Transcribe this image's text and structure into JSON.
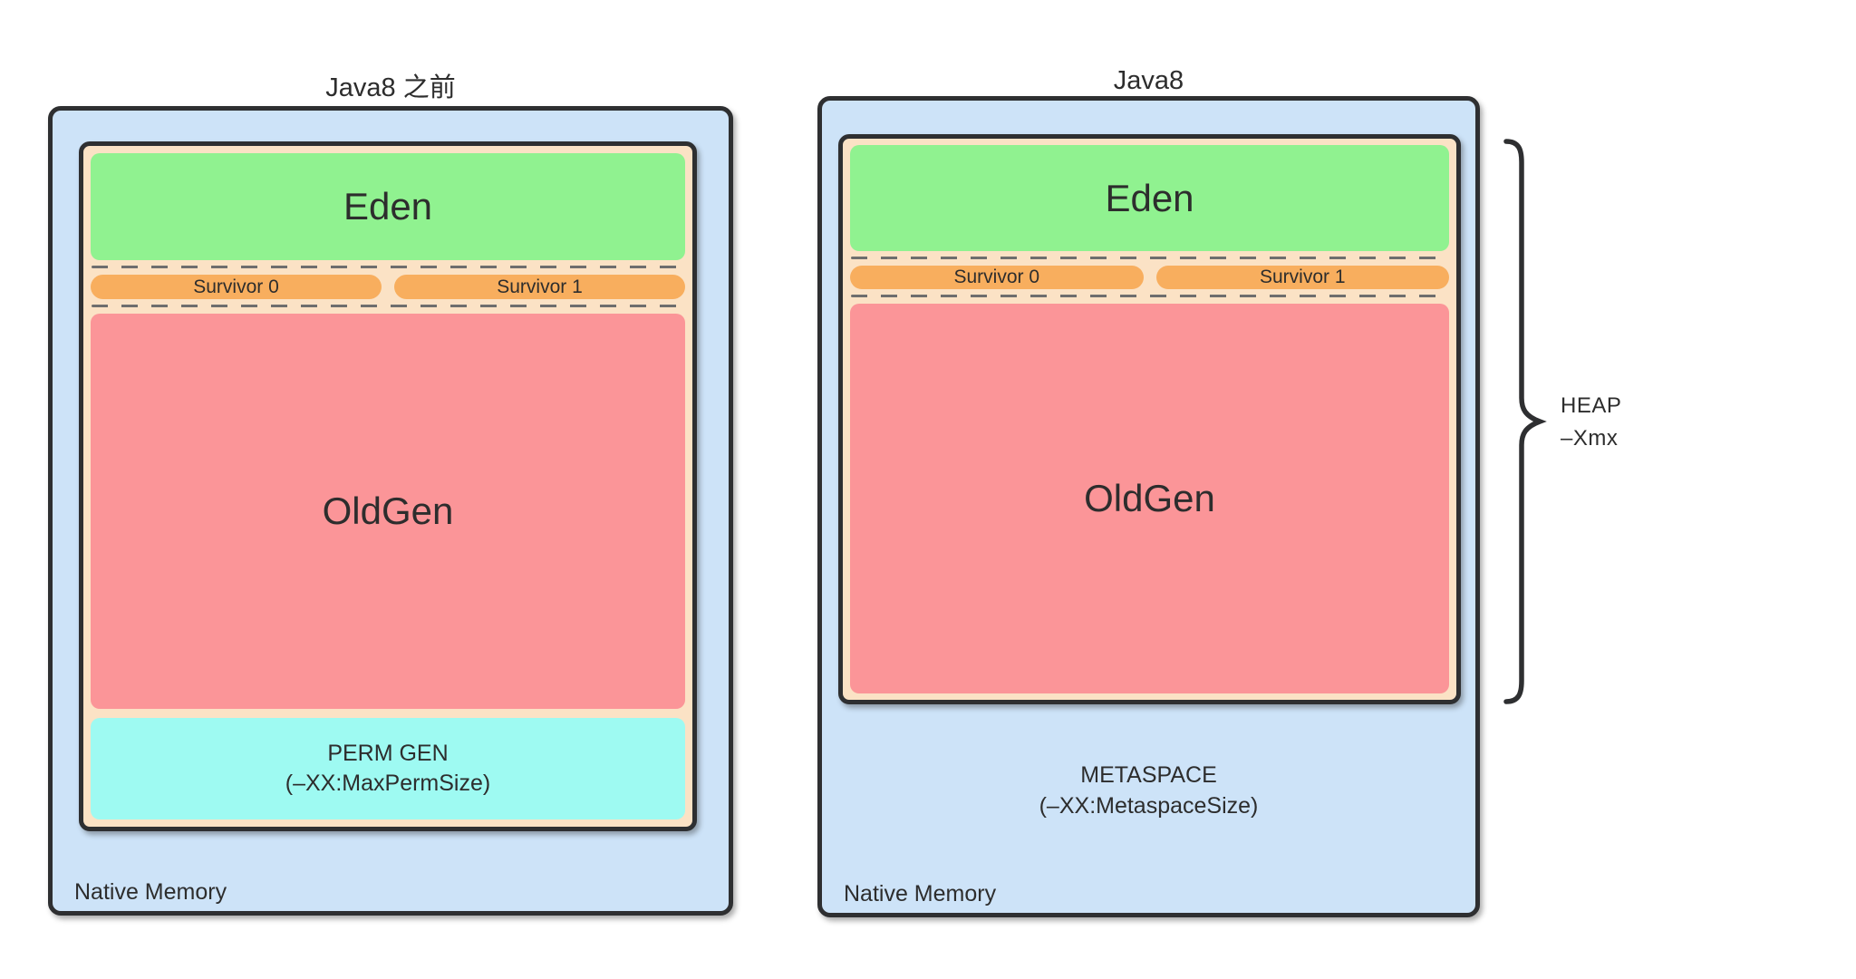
{
  "left_panel": {
    "title": "Java8 之前",
    "eden_label": "Eden",
    "survivor0_label": "Survivor 0",
    "survivor1_label": "Survivor 1",
    "oldgen_label": "OldGen",
    "permgen_line1": "PERM GEN",
    "permgen_line2": "(–XX:MaxPermSize)",
    "native_memory_label": "Native Memory"
  },
  "right_panel": {
    "title": "Java8",
    "eden_label": "Eden",
    "survivor0_label": "Survivor 0",
    "survivor1_label": "Survivor 1",
    "oldgen_label": "OldGen",
    "metaspace_line1": "METASPACE",
    "metaspace_line2": "(–XX:MetaspaceSize)",
    "native_memory_label": "Native Memory"
  },
  "heap_annotation": {
    "line1": "HEAP",
    "line2": "–Xmx"
  },
  "colors": {
    "canvas_bg": "#ffffff",
    "native_memory_fill": "#cde3f8",
    "heap_container_fill": "#fbe2c5",
    "eden_fill": "#90f290",
    "survivor_fill": "#f8ae5e",
    "oldgen_fill": "#fb9598",
    "permgen_fill": "#9efaf2",
    "border": "#2e2f31",
    "dash": "#6e6e6e",
    "text": "#2d2d2d"
  }
}
